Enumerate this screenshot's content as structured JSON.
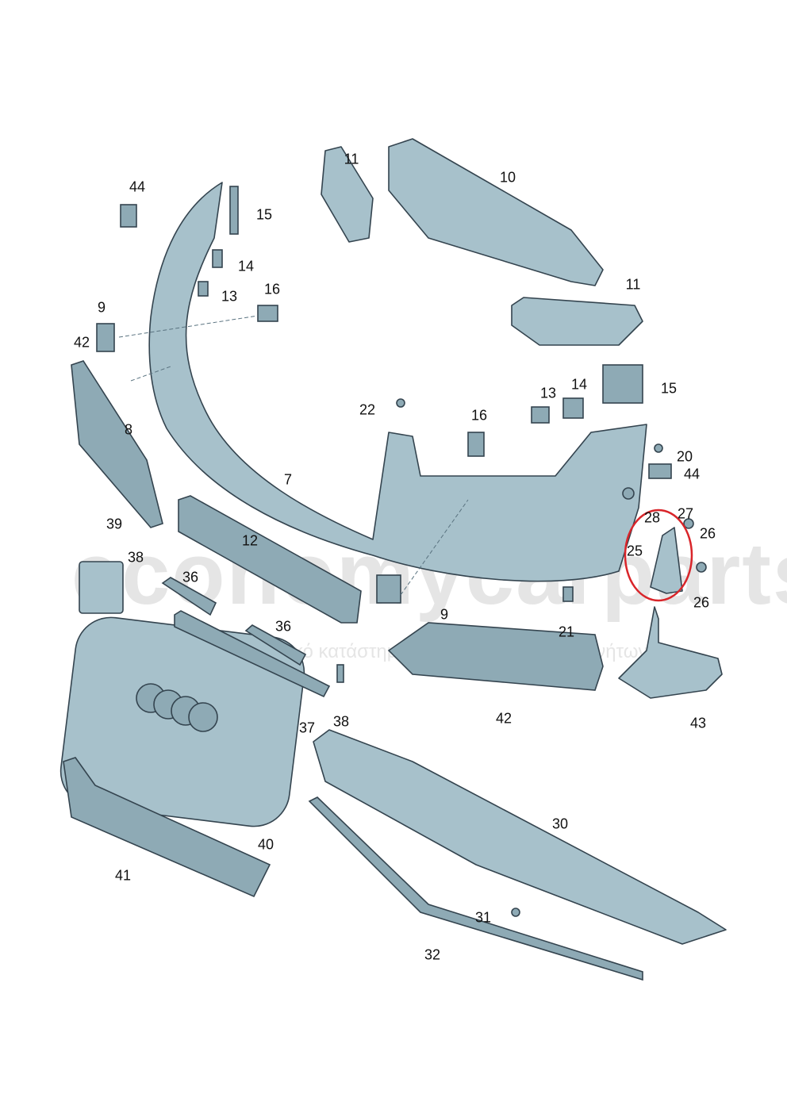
{
  "diagram": {
    "labels": [
      "44",
      "15",
      "11",
      "10",
      "14",
      "13",
      "16",
      "9",
      "42",
      "11",
      "8",
      "15",
      "14",
      "13",
      "22",
      "16",
      "20",
      "44",
      "7",
      "39",
      "38",
      "12",
      "27",
      "26",
      "28",
      "25",
      "36",
      "26",
      "9",
      "21",
      "36",
      "37",
      "38",
      "42",
      "43",
      "30",
      "40",
      "41",
      "31",
      "32"
    ],
    "highlight_color": "#d9252a",
    "part_color": "#a7c1cb"
  },
  "watermark": {
    "brand": "economycarparts.gr",
    "tagline": "το μεγαλύτερο ηλεκτρονικό κατάστημα ανταλλακτικών αυτοκινήτων"
  }
}
